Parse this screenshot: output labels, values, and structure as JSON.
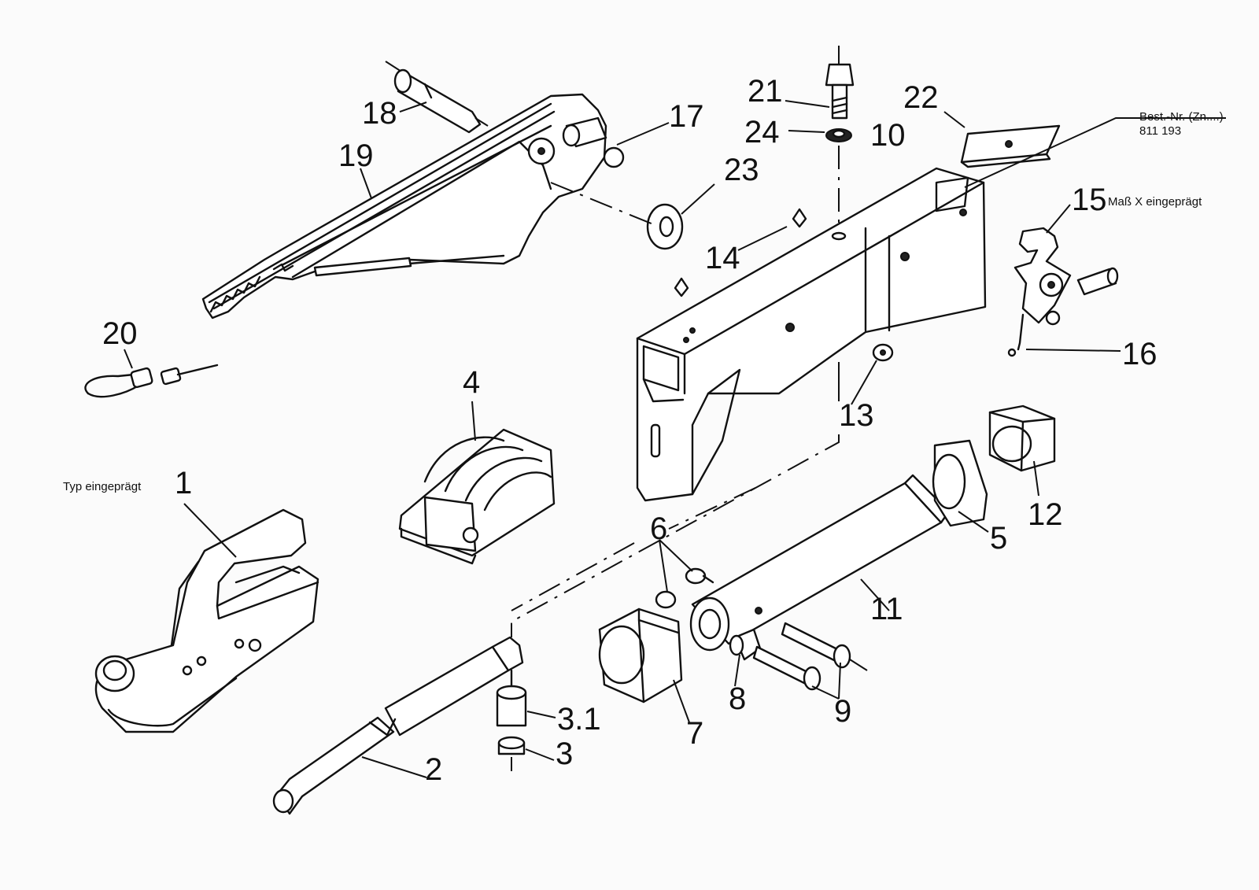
{
  "labels": {
    "p1": "1",
    "p2": "2",
    "p3": "3",
    "p3_1": "3.1",
    "p4": "4",
    "p5": "5",
    "p6": "6",
    "p7": "7",
    "p8": "8",
    "p9": "9",
    "p10": "10",
    "p11": "11",
    "p12": "12",
    "p13": "13",
    "p14": "14",
    "p15": "15",
    "p16": "16",
    "p17": "17",
    "p18": "18",
    "p19": "19",
    "p20": "20",
    "p21": "21",
    "p22": "22",
    "p23": "23",
    "p24": "24"
  },
  "notes": {
    "type_stamp": "Typ eingeprägt",
    "order_no_title": "Best.-Nr. (Zn....)",
    "order_no_value": "811 193",
    "dimension_stamp": "Maß X eingeprägt"
  }
}
